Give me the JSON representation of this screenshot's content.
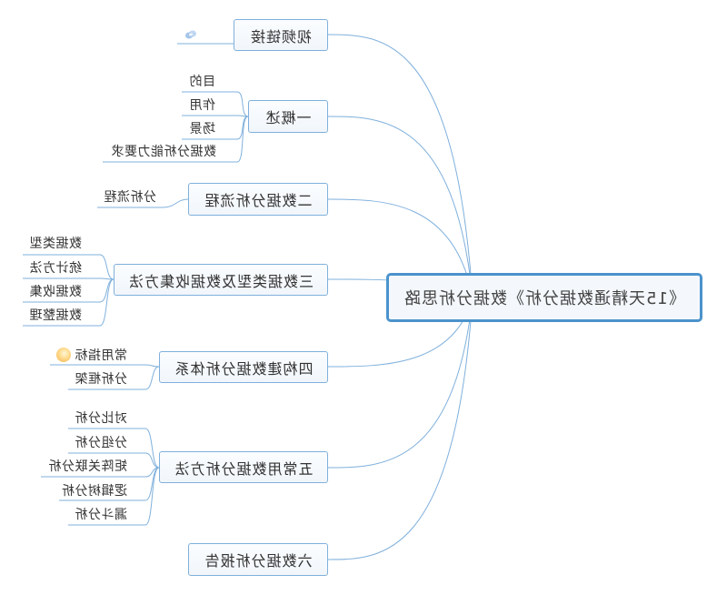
{
  "mindmap": {
    "root": "《15天精通数据分析》数据分析思路",
    "branches": [
      {
        "label": "视频链接",
        "children": []
      },
      {
        "label": "一概述",
        "children": [
          "目的",
          "作用",
          "场景",
          "数据分析能力要求"
        ]
      },
      {
        "label": "二数据分析流程",
        "children": [
          "分析流程"
        ]
      },
      {
        "label": "三数据类型及数据收集方法",
        "children": [
          "数据类型",
          "统计方法",
          "数据收集",
          "数据整理"
        ]
      },
      {
        "label": "四构建数据分析体系",
        "children": [
          "常用指标",
          "分析框架"
        ]
      },
      {
        "label": "五常用数据分析方法",
        "children": [
          "对比分析",
          "分组分析",
          "矩阵关联分析",
          "逻辑树分析",
          "漏斗分析"
        ]
      },
      {
        "label": "六数据分析报告",
        "children": []
      }
    ]
  },
  "icons": {
    "video_link": "link-icon",
    "common_metrics": "marker-icon"
  },
  "colors": {
    "connector": "#7fb0dc",
    "root_border": "#4b93cc",
    "topic_border": "#7fb0dc",
    "topic_fill": "#f6f9fc",
    "text": "#333333"
  }
}
